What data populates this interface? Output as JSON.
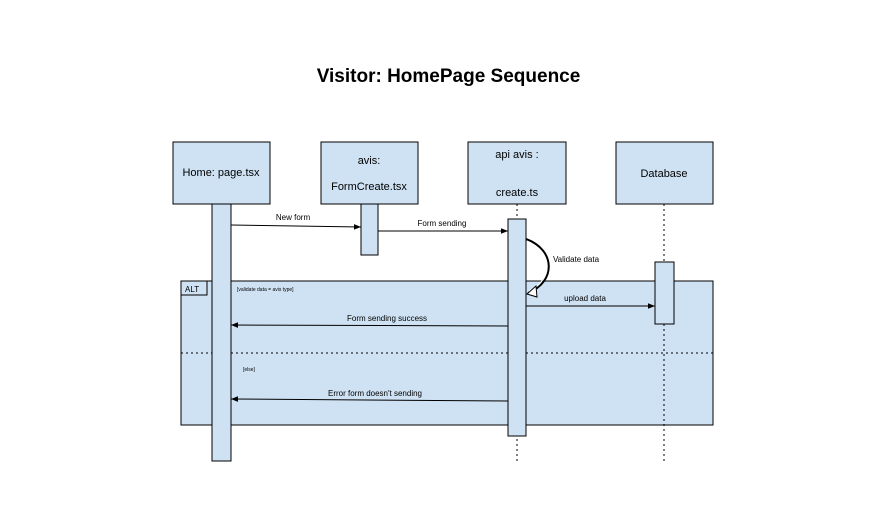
{
  "title": "Visitor: HomePage Sequence",
  "participants": [
    {
      "id": "home",
      "lines": [
        "Home: page.tsx"
      ]
    },
    {
      "id": "form",
      "lines": [
        "avis:",
        "FormCreate.tsx"
      ]
    },
    {
      "id": "api",
      "lines": [
        "api avis :",
        "create.ts"
      ]
    },
    {
      "id": "db",
      "lines": [
        "Database"
      ]
    }
  ],
  "messages": {
    "new_form": "New form",
    "form_sending": "Form sending",
    "validate_data": "Validate data",
    "upload_data": "upload data",
    "form_sending_success": "Form sending success",
    "error_form": "Error form doesn't sending"
  },
  "alt": {
    "label": "ALT",
    "guard1": "[validate data = avis type]",
    "guard2": "[else]"
  },
  "colors": {
    "fill": "#cfe2f3",
    "stroke": "#000000"
  }
}
